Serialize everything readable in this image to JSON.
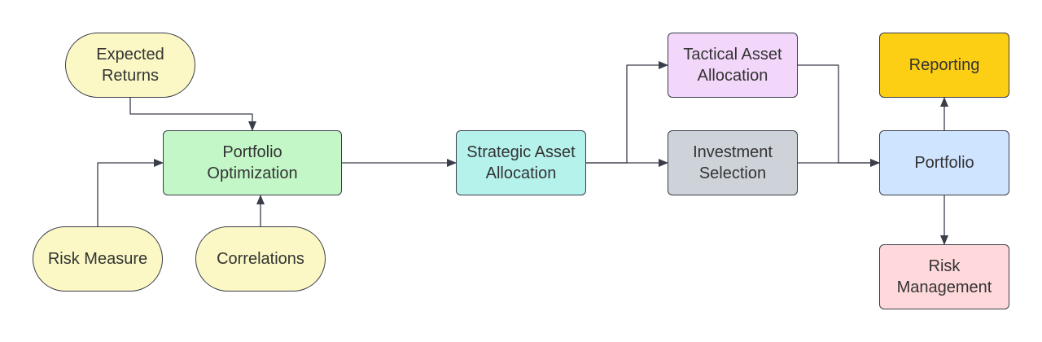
{
  "nodes": {
    "expected_returns": {
      "label": "Expected\nReturns",
      "color": "#fbf8c5"
    },
    "risk_measure": {
      "label": "Risk Measure",
      "color": "#fbf8c5"
    },
    "correlations": {
      "label": "Correlations",
      "color": "#fbf8c5"
    },
    "portfolio_optimization": {
      "label": "Portfolio\nOptimization",
      "color": "#c3f7c7"
    },
    "strategic_asset_allocation": {
      "label": "Strategic Asset\nAllocation",
      "color": "#b5f2ec"
    },
    "tactical_asset_allocation": {
      "label": "Tactical Asset\nAllocation",
      "color": "#f3d7fb"
    },
    "investment_selection": {
      "label": "Investment\nSelection",
      "color": "#ced3da"
    },
    "reporting": {
      "label": "Reporting",
      "color": "#fcce14"
    },
    "portfolio": {
      "label": "Portfolio",
      "color": "#cfe4fe"
    },
    "risk_management": {
      "label": "Risk\nManagement",
      "color": "#fed8da"
    }
  },
  "edges": [
    {
      "from": "expected_returns",
      "to": "portfolio_optimization"
    },
    {
      "from": "risk_measure",
      "to": "portfolio_optimization"
    },
    {
      "from": "correlations",
      "to": "portfolio_optimization"
    },
    {
      "from": "portfolio_optimization",
      "to": "strategic_asset_allocation"
    },
    {
      "from": "strategic_asset_allocation",
      "to": "tactical_asset_allocation"
    },
    {
      "from": "strategic_asset_allocation",
      "to": "investment_selection"
    },
    {
      "from": "tactical_asset_allocation",
      "to": "portfolio"
    },
    {
      "from": "investment_selection",
      "to": "portfolio"
    },
    {
      "from": "portfolio",
      "to": "reporting"
    },
    {
      "from": "portfolio",
      "to": "risk_management"
    }
  ],
  "line_color": "#3a3d4a"
}
